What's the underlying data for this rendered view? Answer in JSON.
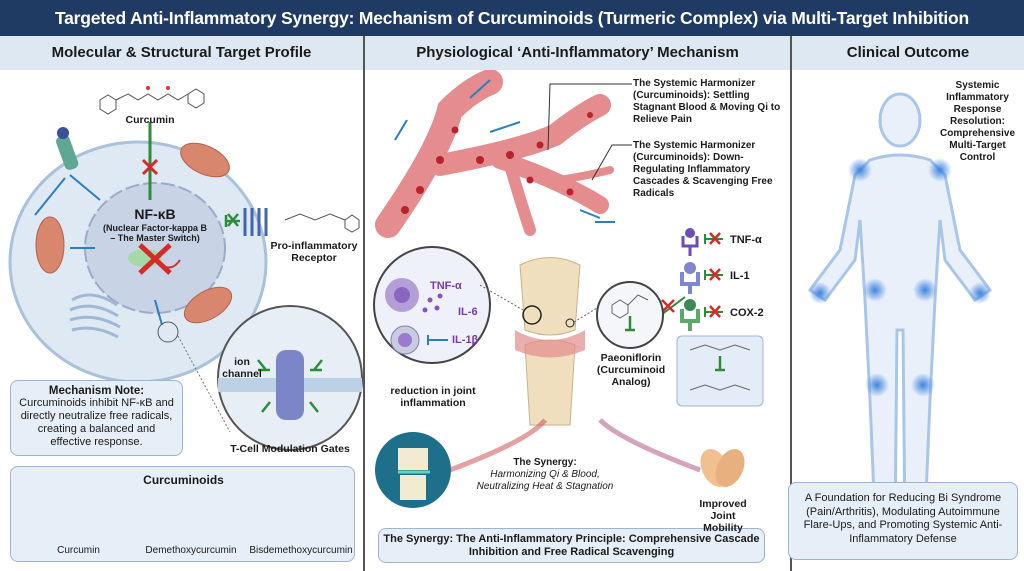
{
  "title": "Targeted Anti-Inflammatory Synergy: Mechanism of Curcuminoids (Turmeric Complex) via Multi-Target Inhibition",
  "columns": {
    "left": {
      "header": "Molecular & Structural Target Profile",
      "curcumin_label": "Curcumin",
      "nfkb_title": "NF-κB",
      "nfkb_sub1": "(Nuclear Factor-kappa B",
      "nfkb_sub2": "– The Master Switch)",
      "receptor_label1": "Pro-inflammatory",
      "receptor_label2": "Receptor",
      "ion_channel1": "ion",
      "ion_channel2": "channel",
      "tcell_label": "T-Cell Modulation Gates",
      "note_title": "Mechanism Note:",
      "note_text": "Curcuminoids inhibit NF-κB and directly neutralize free radicals, creating a balanced and effective response.",
      "curcuminoids_title": "Curcuminoids",
      "compounds": [
        "Curcumin",
        "Demethoxycurcumin",
        "Bisdemethoxycurcumin"
      ]
    },
    "middle": {
      "header": "Physiological ‘Anti-Inflammatory’ Mechanism",
      "callout1": "The Systemic Harmonizer (Curcuminoids): Settling Stagnant Blood & Moving Qi to Relieve Pain",
      "callout2": "The Systemic Harmonizer (Curcuminoids): Down-Regulating Inflammatory Cascades & Scavenging Free Radicals",
      "targets": [
        "TNF-α",
        "IL-1",
        "COX-2"
      ],
      "cytokines": [
        "TNF-α",
        "IL-6",
        "IL-1β"
      ],
      "joint_label": "reduction in joint inflammation",
      "paeoniflorin_label": "Paeoniflorin (Curcuminoid Analog)",
      "synergy_title": "The Synergy:",
      "synergy_text1": "Harmonizing Qi & Blood,",
      "synergy_text2": "Neutralizing Heat & Stagnation",
      "mobility_label": "Improved Joint Mobility",
      "principle": "The Synergy: The Anti-Inflammatory Principle: Comprehensive Cascade Inhibition and Free Radical Scavenging"
    },
    "right": {
      "header": "Clinical Outcome",
      "resolution_text": "Systemic Inflammatory Response Resolution: Comprehensive Multi-Target Control",
      "foundation_text": "A Foundation for Reducing Bi Syndrome (Pain/Arthritis), Modulating Autoimmune Flare-Ups, and Promoting Systemic Anti-Inflammatory Defense"
    }
  },
  "colors": {
    "header_bg": "#1f3a63",
    "subheader_bg": "#dde8f3",
    "inhibit_green": "#2e8b3a",
    "block_red": "#d42a2a",
    "flow_blue": "#2a7fc1",
    "vessel_red": "#c9434a",
    "glow_blue": "#4a90e2"
  }
}
